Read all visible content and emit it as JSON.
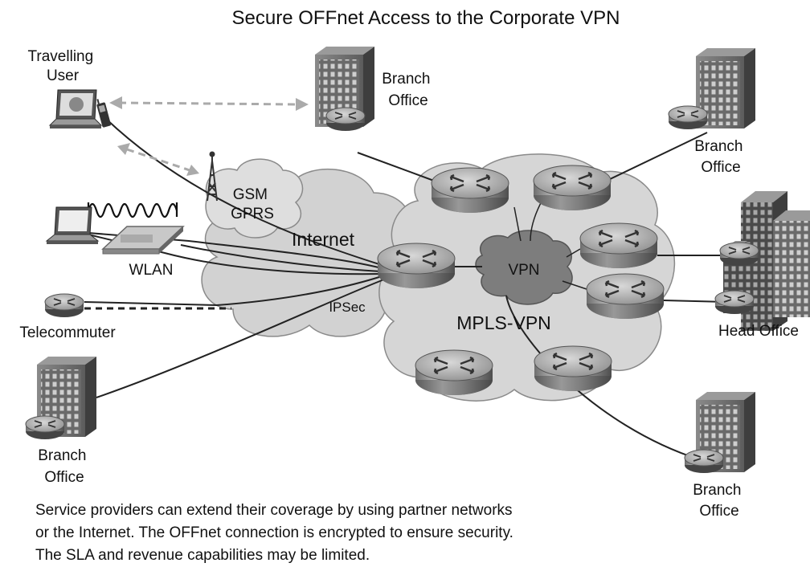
{
  "title": "Secure OFFnet Access to the Corporate VPN",
  "labels": {
    "travelling_user": [
      "Travelling",
      "User"
    ],
    "branch_top": [
      "Branch",
      "Office"
    ],
    "branch_top_right": [
      "Branch",
      "Office"
    ],
    "gsm": [
      "GSM",
      "GPRS"
    ],
    "internet": "Internet",
    "wlan": "WLAN",
    "ipsec": "IPSec",
    "telecommuter": "Telecommuter",
    "vpn": "VPN",
    "mpls": "MPLS-VPN",
    "head_office": "Head Office",
    "branch_left": [
      "Branch",
      "Office"
    ],
    "branch_bottom_right": [
      "Branch",
      "Office"
    ]
  },
  "caption": [
    "Service providers can extend their coverage by using partner networks",
    "or the Internet. The OFFnet connection is encrypted to ensure security.",
    "The SLA and revenue capabilities may be limited."
  ]
}
